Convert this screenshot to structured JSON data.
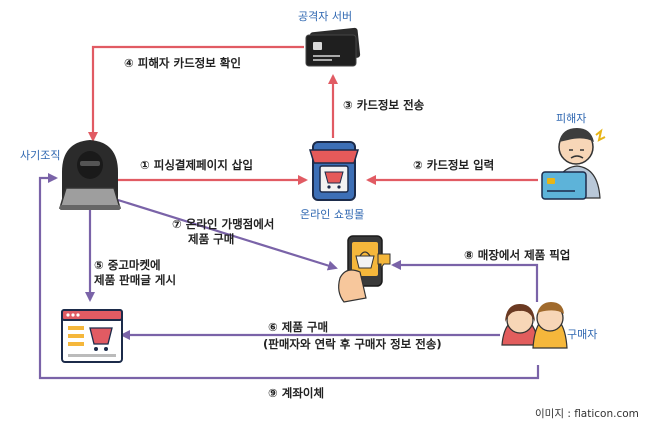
{
  "nodes": {
    "attacker_server": "공격자 서버",
    "fraudster": "사기조직",
    "victim": "피해자",
    "online_mall": "온라인 쇼핑몰",
    "buyer": "구매자"
  },
  "steps": {
    "s1": "① 피싱결제페이지 삽입",
    "s2": "② 카드정보 입력",
    "s3": "③ 카드정보 전송",
    "s4": "④ 피해자 카드정보 확인",
    "s5_line1": "⑤ 중고마켓에",
    "s5_line2": "제품 판매글 게시",
    "s6_line1": "⑥ 제품 구매",
    "s6_line2": "(판매자와 연락 후 구매자 정보 전송)",
    "s7_line1": "⑦ 온라인 가맹점에서",
    "s7_line2": "제품 구매",
    "s8": "⑧ 매장에서 제품 픽업",
    "s9": "⑨ 계좌이체"
  },
  "credit": "이미지 : flaticon.com",
  "colors": {
    "red_flow": "#e15b63",
    "purple_flow": "#7a63a8",
    "label_blue": "#2f67b1"
  }
}
